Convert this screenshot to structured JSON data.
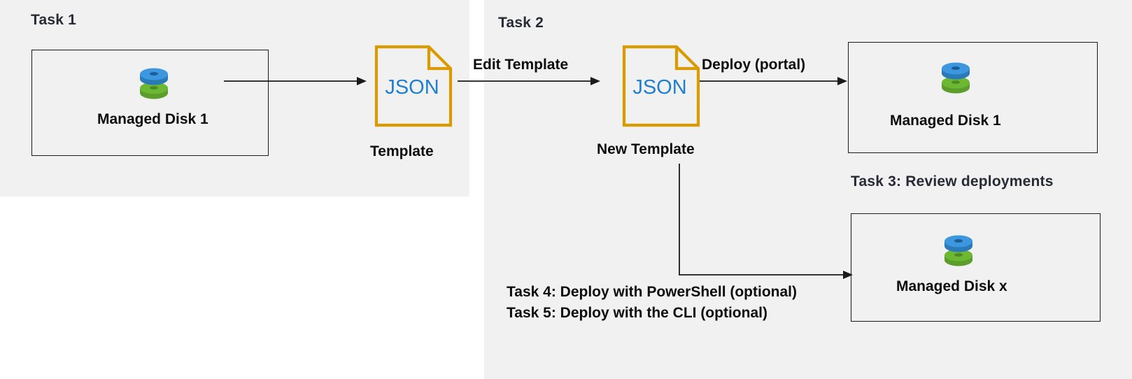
{
  "diagram": {
    "title_colors": {
      "heading": "#262b35",
      "body": "#0d0d0d",
      "panel_bg": "#f1f1f1",
      "page_bg": "#ffffff",
      "json_border": "#d99b00",
      "json_text": "#1f7fd1",
      "disk_blue": "#3d97de",
      "disk_green": "#6cb833",
      "line": "#1a1a1a"
    }
  },
  "panels": {
    "left": {
      "name": "Task 1 panel"
    },
    "right": {
      "name": "Task 2 panel"
    }
  },
  "task1": {
    "heading": "Task 1",
    "box_label": "Managed Disk 1",
    "disk_icon": "managed-disk-icon",
    "arrow": "arrow-right-icon",
    "json_label": "JSON",
    "json_caption": "Template"
  },
  "task2": {
    "heading": "Task 2",
    "arrow_in_label": "Edit Template",
    "arrow_in": "arrow-right-icon",
    "json_label": "JSON",
    "json_caption": "New Template",
    "arrow_out_label": "Deploy (portal)",
    "arrow_out": "arrow-right-icon",
    "branch_arrow": "elbow-arrow-icon"
  },
  "task3": {
    "heading": "Task 3: Review deployments",
    "box_label": "Managed Disk 1",
    "disk_icon": "managed-disk-icon"
  },
  "optional_tasks": {
    "line1": "Task 4: Deploy with PowerShell (optional)",
    "line2": "Task 5: Deploy with the CLI (optional)",
    "box_label": "Managed Disk x",
    "disk_icon": "managed-disk-icon"
  }
}
